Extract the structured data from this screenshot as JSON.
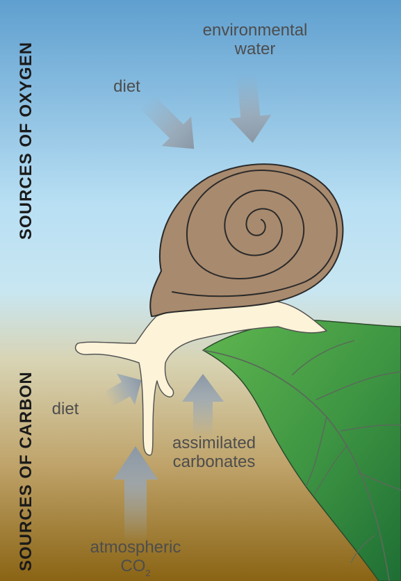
{
  "side_labels": {
    "oxygen": "SOURCES OF OXYGEN",
    "carbon": "SOURCES OF CARBON"
  },
  "labels": {
    "env_water_line1": "environmental",
    "env_water_line2": "water",
    "diet_oxygen": "diet",
    "diet_carbon": "diet",
    "assimilated_line1": "assimilated",
    "assimilated_line2": "carbonates",
    "atmospheric_line1": "atmospheric",
    "atmospheric_co": "CO",
    "atmospheric_sub": "2"
  },
  "colors": {
    "sky_top": "#5f9fcf",
    "sky_mid": "#bde3f5",
    "soil_bottom": "#8a6414",
    "shell": "#a88a6e",
    "body": "#fdf3d8",
    "leaf_light": "#5fb64f",
    "leaf_dark": "#1e6e34",
    "arrow": "#9aa7b4"
  }
}
